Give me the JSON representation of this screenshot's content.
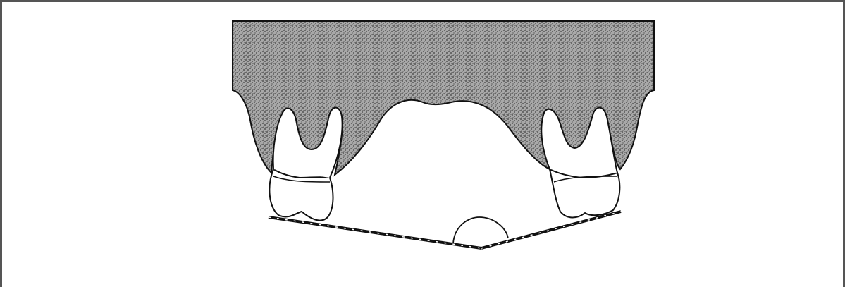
{
  "figure": {
    "kind": "dental occlusal plane illustration",
    "colors": {
      "border": "#555555",
      "background": "#ffffff",
      "bone_fill": "#9a9a9a",
      "stipple": "#3a3a3a",
      "outline": "#111111",
      "tooth_fill": "#ffffff"
    },
    "elements": [
      "maxilla-bone",
      "left-molar",
      "right-molar",
      "occlusal-plane-lines",
      "tongue-dome"
    ]
  }
}
